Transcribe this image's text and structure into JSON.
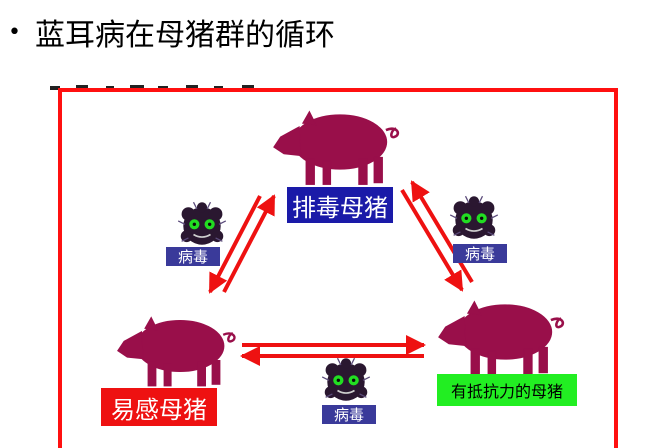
{
  "slide": {
    "bullet": "•",
    "title": "蓝耳病在母猪群的循环"
  },
  "colors": {
    "frame": "#ff1010",
    "arrow": "#ee1111",
    "pig": "#990f4a",
    "shedding_bg": "#1a1aa8",
    "susceptible_bg": "#ee1111",
    "resistant_bg": "#22ee22",
    "virus_tag_bg": "#3a3a9a",
    "virus_body": "#2a1730",
    "virus_eye": "#22dd22"
  },
  "nodes": {
    "shedding": {
      "label": "排毒母猪",
      "text_color": "#ffffff"
    },
    "susceptible": {
      "label": "易感母猪",
      "text_color": "#ffffff"
    },
    "resistant": {
      "label": "有抵抗力的母猪",
      "text_color": "#000000"
    }
  },
  "virus": {
    "label": "病毒",
    "icon": "virus-icon"
  },
  "edges": [
    {
      "from": "shedding",
      "to": "susceptible",
      "bidirectional": true,
      "virus": true
    },
    {
      "from": "shedding",
      "to": "resistant",
      "bidirectional": true,
      "virus": true
    },
    {
      "from": "susceptible",
      "to": "resistant",
      "bidirectional": true,
      "virus": true
    }
  ]
}
